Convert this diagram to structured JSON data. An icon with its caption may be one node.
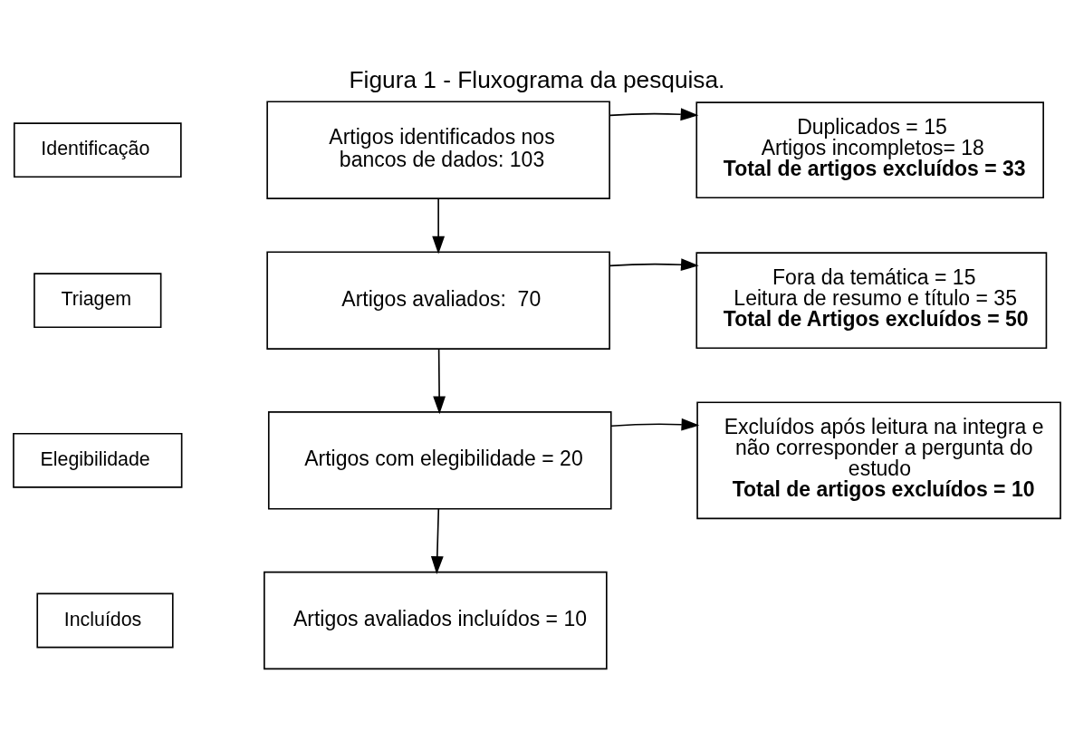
{
  "diagram": {
    "title": "Figura 1 - Fluxograma da pesquisa.",
    "nodes": [
      {
        "text": [
          "Identificação"
        ]
      },
      {
        "text": [
          "Artigos identificados nos bancos de dados: 103"
        ]
      },
      {
        "text": [
          "Duplicados = 15",
          "Artigos incompletos= 18",
          "Total de artigos excluídos = 33"
        ]
      },
      {
        "text": [
          "Triagem"
        ]
      },
      {
        "text": [
          "Artigos avaliados:  70"
        ]
      },
      {
        "text": [
          "Fora da temática = 15",
          "Leitura de resumo e título = 35",
          "Total de Artigos excluídos = 50"
        ]
      },
      {
        "text": [
          "Elegibilidade"
        ]
      },
      {
        "text": [
          "Artigos com elegibilidade = 20"
        ]
      },
      {
        "text": [
          "Excluídos após leitura na integra e não corresponder a pergunta do estudo",
          "Total de artigos excluídos = 10"
        ]
      },
      {
        "text": [
          "Incluídos"
        ]
      },
      {
        "text": [
          "Artigos avaliados incluídos = 10"
        ]
      }
    ],
    "edges": [
      {
        "from": 1,
        "to": 4,
        "arrow": "to"
      },
      {
        "from": 1,
        "to": 2,
        "arrow": "to"
      },
      {
        "from": 4,
        "to": 7,
        "arrow": "to"
      },
      {
        "from": 4,
        "to": 5,
        "arrow": "to"
      },
      {
        "from": 7,
        "to": 10,
        "arrow": "to"
      },
      {
        "from": 7,
        "to": 8,
        "arrow": "to"
      }
    ]
  }
}
